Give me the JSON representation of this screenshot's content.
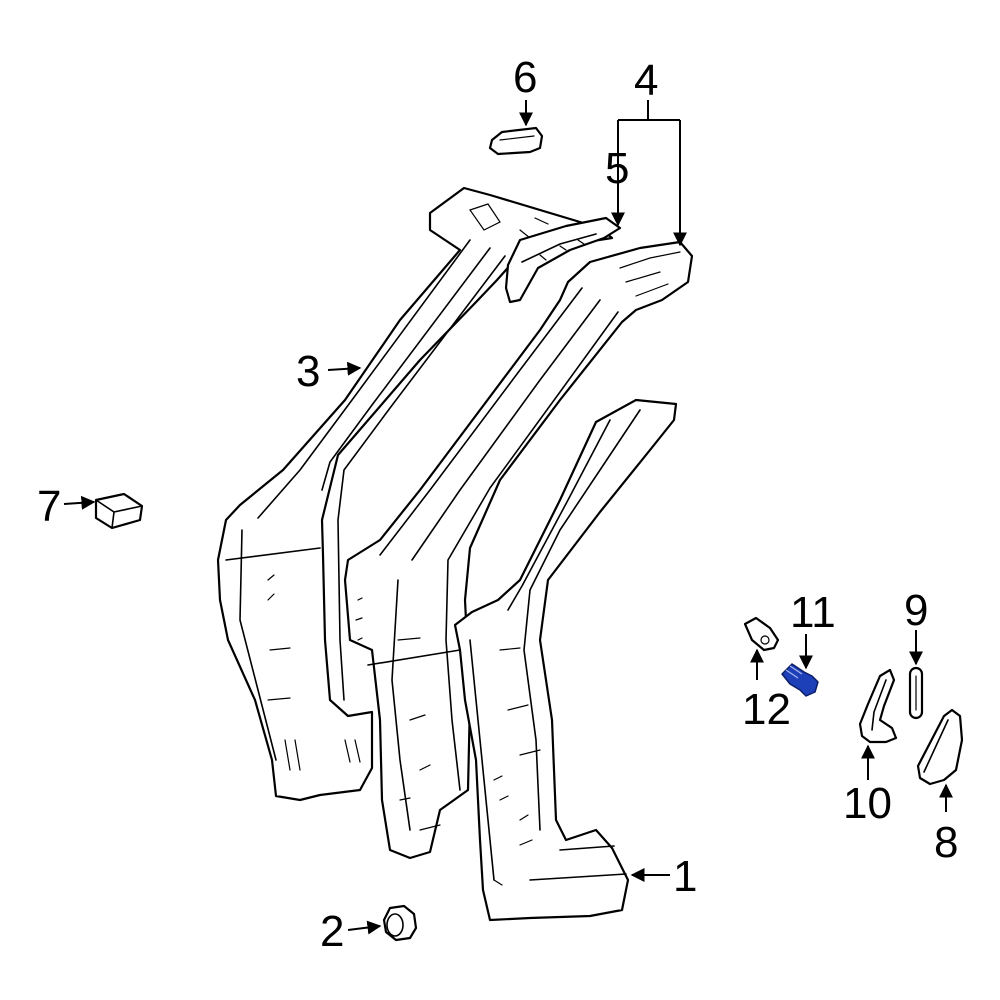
{
  "accent_color": "#1d3fb8",
  "highlighted_part": "11",
  "callouts": {
    "c1": "1",
    "c2": "2",
    "c3": "3",
    "c4": "4",
    "c5": "5",
    "c6": "6",
    "c7": "7",
    "c8": "8",
    "c9": "9",
    "c10": "10",
    "c11": "11",
    "c12": "12"
  }
}
